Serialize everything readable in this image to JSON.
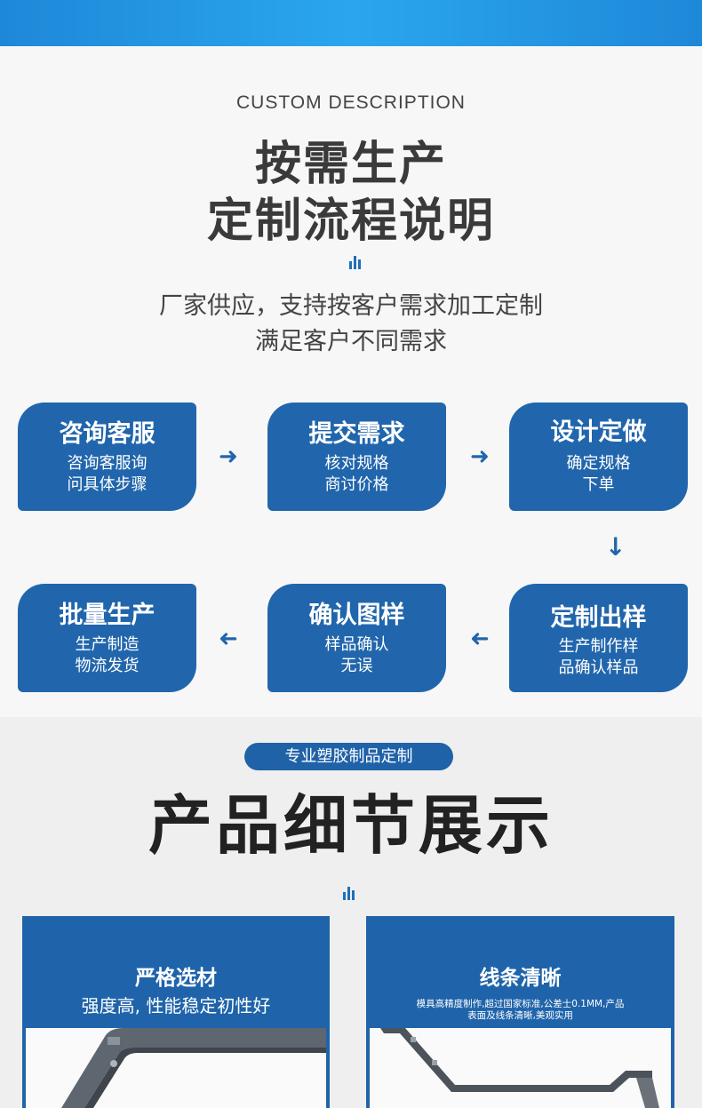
{
  "header": {
    "en_title": "CUSTOM DESCRIPTION",
    "title_line1": "按需生产",
    "title_line2": "定制流程说明"
  },
  "intro": {
    "line1": "厂家供应，支持按客户需求加工定制",
    "line2": "满足客户不同需求"
  },
  "steps": [
    {
      "title": "咨询客服",
      "desc1": "咨询客服询",
      "desc2": "问具体步骤"
    },
    {
      "title": "提交需求",
      "desc1": "核对规格",
      "desc2": "商讨价格"
    },
    {
      "title": "设计定做",
      "desc1": "确定规格",
      "desc2": "下单"
    },
    {
      "title": "定制出样",
      "desc1": "生产制作样",
      "desc2": "品确认样品"
    },
    {
      "title": "确认图样",
      "desc1": "样品确认",
      "desc2": "无误"
    },
    {
      "title": "批量生产",
      "desc1": "生产制造",
      "desc2": "物流发货"
    }
  ],
  "details": {
    "pill": "专业塑胶制品定制",
    "title": "产品细节展示",
    "cards": [
      {
        "title": "严格选材",
        "desc": "强度高, 性能稳定初性好"
      },
      {
        "title": "线条清晰",
        "desc1": "模具高精度制作,超过国家标准,公差士0.1MM,产品",
        "desc2": "表面及线条清晰,美观实用"
      }
    ]
  },
  "colors": {
    "accent": "#2166ac",
    "header_gradient": "#2aa6ee"
  },
  "icons": [
    "bar-chart-icon",
    "arrow-right-icon",
    "arrow-down-icon",
    "arrow-left-icon"
  ]
}
